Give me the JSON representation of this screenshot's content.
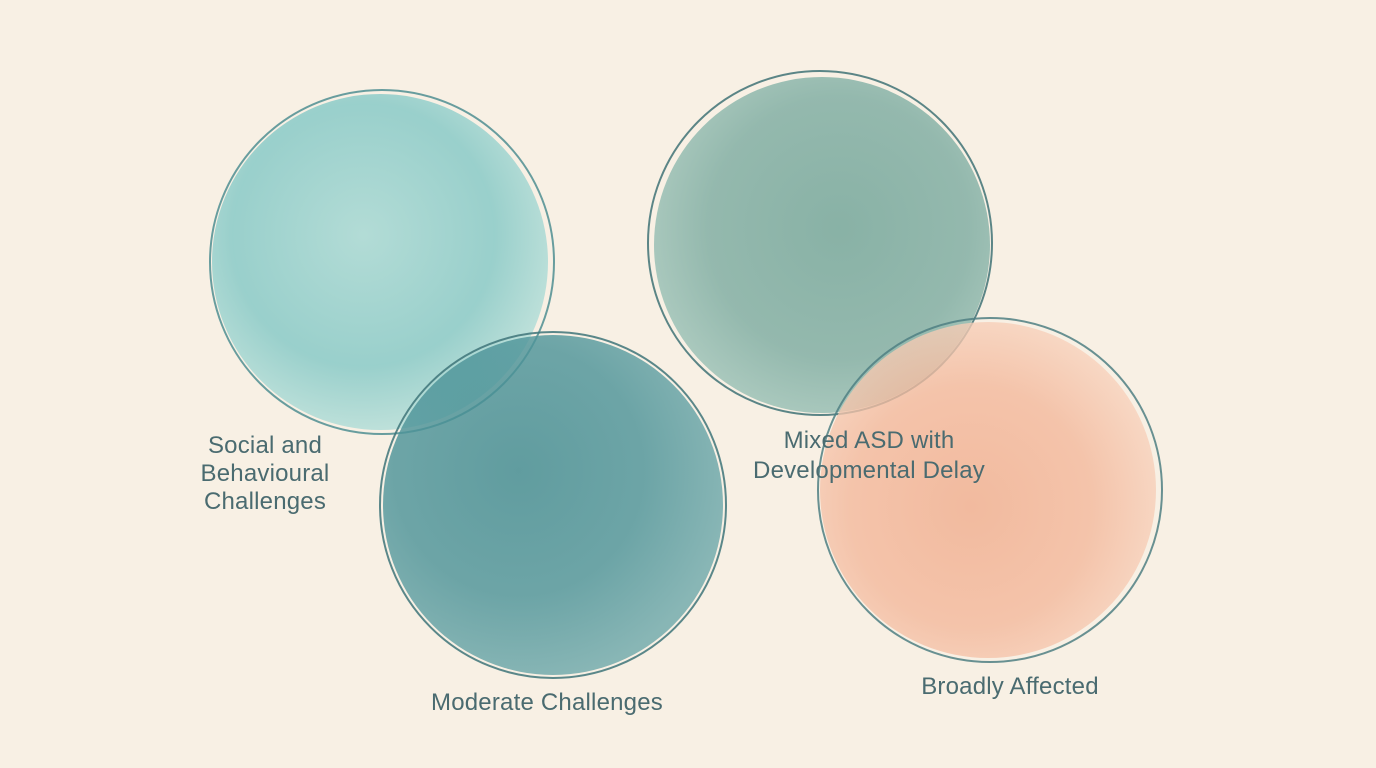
{
  "groups": [
    {
      "id": "social",
      "label_lines": [
        "Social and",
        "Behavioural",
        "Challenges"
      ],
      "fill": "#8ccbc8",
      "edge": "#4f8e92"
    },
    {
      "id": "moderate",
      "label_lines": [
        "Moderate Challenges"
      ],
      "fill": "#4e9499",
      "edge": "#3e7479"
    },
    {
      "id": "mixed",
      "label_lines": [
        "Mixed ASD with",
        "Developmental Delay"
      ],
      "fill": "#86b1a6",
      "edge": "#3f7276"
    },
    {
      "id": "broad",
      "label_lines": [
        "Broadly Affected"
      ],
      "fill": "#f3b79a",
      "edge": "#4f7f83"
    }
  ],
  "colors": {
    "background": "#f8f0e4",
    "label_text": "#4a6b70"
  }
}
